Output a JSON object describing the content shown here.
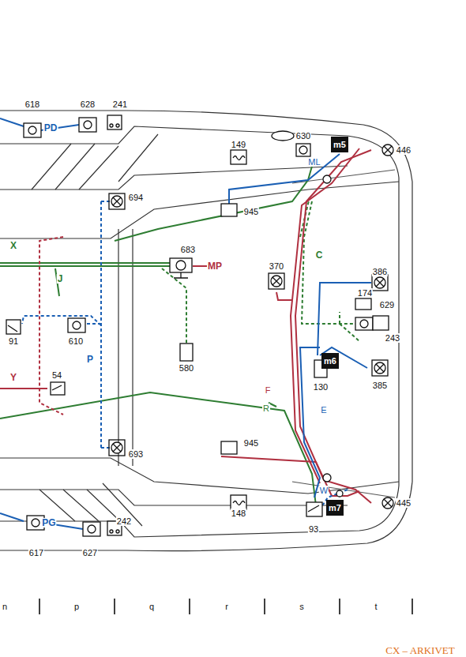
{
  "diagram": {
    "nodes": [
      {
        "text": [
          "m5"
        ]
      },
      {
        "text": [
          "m6"
        ]
      },
      {
        "text": [
          "m7"
        ]
      }
    ],
    "labels": [
      "618",
      "628",
      "241",
      "PD",
      "149",
      "630",
      "446",
      "ML",
      "694",
      "945",
      "X",
      "J",
      "683",
      "MP",
      "370",
      "C",
      "386",
      "174",
      "629",
      "91",
      "610",
      "243",
      "P",
      "580",
      "130",
      "385",
      "Y",
      "54",
      "F",
      "E",
      "R",
      "693",
      "945",
      "W",
      "148",
      "93",
      "445",
      "617",
      "627",
      "242",
      "PG",
      "n",
      "p",
      "q",
      "r",
      "s",
      "t",
      "CX – ARKIVET"
    ]
  }
}
